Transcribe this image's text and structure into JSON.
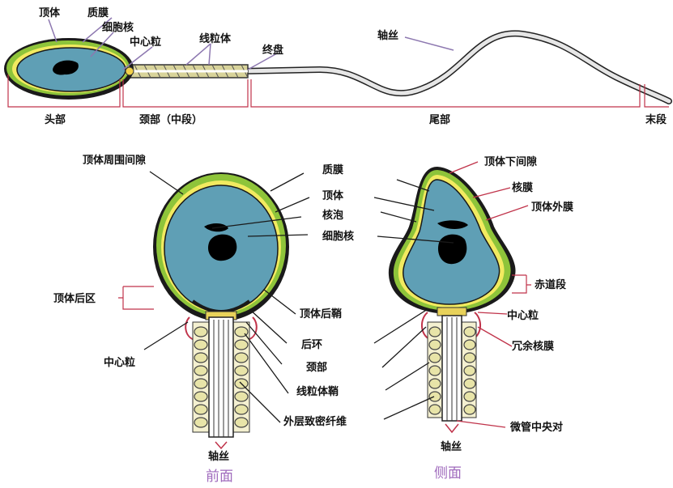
{
  "top": {
    "labels": {
      "acrosome": "顶体",
      "plasma_membrane": "质膜",
      "nucleus": "细胞核",
      "centriole": "中心粒",
      "mitochondria": "线粒体",
      "end_disc": "终盘",
      "axoneme": "轴丝"
    },
    "sections": {
      "head": "头部",
      "neck": "颈部（中段）",
      "tail": "尾部",
      "end": "末段"
    }
  },
  "front": {
    "labels": {
      "periacrosomal_space": "顶体周围间隙",
      "post_acrosomal_region": "顶体后区",
      "centriole": "中心粒",
      "axoneme": "轴丝"
    },
    "view_label": "前面"
  },
  "middle_labels": {
    "plasma_membrane": "质膜",
    "acrosome": "顶体",
    "nuclear_vacuole": "核泡",
    "nucleus": "细胞核",
    "post_acrosomal_sheath": "顶体后鞘",
    "posterior_ring": "后环",
    "neck": "颈部",
    "mitochondrial_sheath": "线粒体鞘",
    "outer_dense_fibers": "外层致密纤维"
  },
  "side": {
    "labels": {
      "subacrosomal_space": "顶体下间隙",
      "nuclear_envelope": "核膜",
      "outer_acrosomal_membrane": "顶体外膜",
      "equatorial_segment": "赤道段",
      "centriole": "中心粒",
      "redundant_nuclear_envelope": "冗余核膜",
      "central_microtubule_pair": "微管中央对",
      "axoneme": "轴丝"
    },
    "view_label": "侧面"
  },
  "colors": {
    "nucleus_fill": "#5f9fb5",
    "acrosome_green": "#8ec43a",
    "acrosome_yellow": "#f2ea60",
    "outline": "#1a1a1a",
    "mito_fill": "#e8e4a8",
    "pointer_red": "#c0334a",
    "pointer_purple": "#8d78b0",
    "view_label": "#a06bbd"
  }
}
